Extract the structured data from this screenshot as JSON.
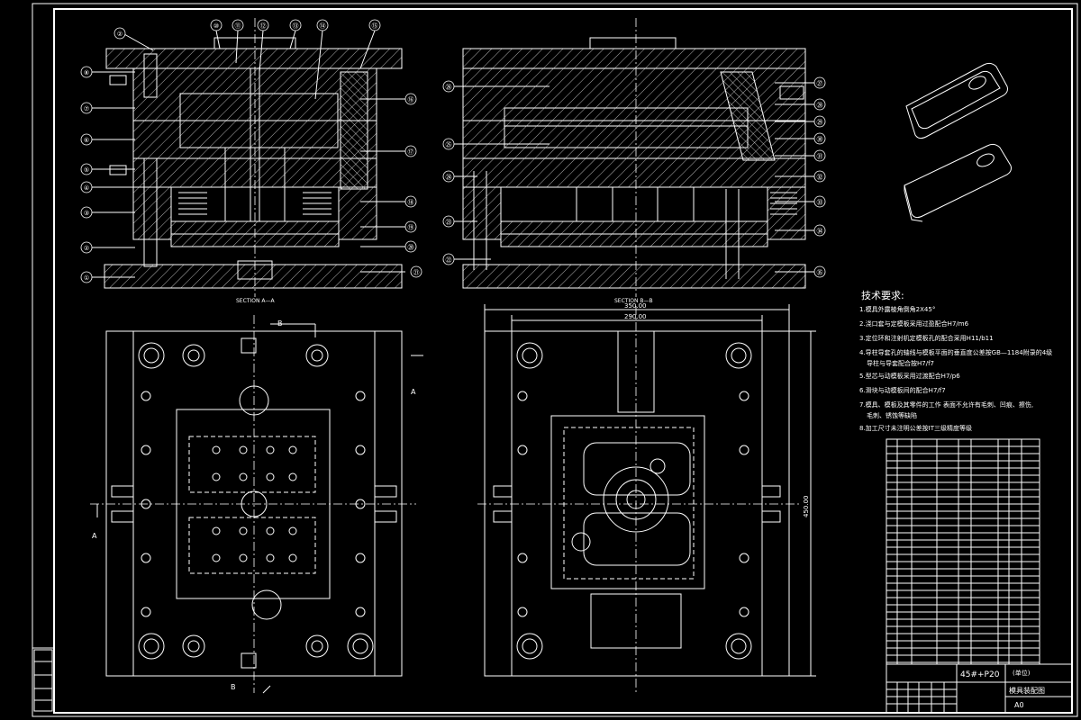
{
  "drawing": {
    "section_a_label": "SECTION A—A",
    "section_b_label": "SECTION B—B",
    "cut_marks": {
      "a": "A",
      "b": "B"
    },
    "dimensions": {
      "width_outer": "350.00",
      "width_inner": "290.00",
      "height": "450.00"
    },
    "part_numbers_left": [
      "②",
      "⑧",
      "⑦",
      "⑥",
      "⑤",
      "④",
      "③",
      "②",
      "①"
    ],
    "part_numbers_top": [
      "⑩",
      "⑪",
      "⑫",
      "⑬",
      "⑭",
      "⑮"
    ],
    "part_numbers_right_a": [
      "⑯",
      "⑰",
      "⑱",
      "⑲",
      "⑳",
      "㉑"
    ],
    "part_numbers_right_b": [
      "㉗",
      "㉘",
      "㉙",
      "㉚",
      "㉛",
      "㉜",
      "㉝",
      "㉞",
      "㉟"
    ],
    "part_numbers_left_b": [
      "㉖",
      "㉕",
      "㉔",
      "㉓",
      "㉒"
    ]
  },
  "tech_requirements": {
    "heading": "技术要求:",
    "items": [
      "1.模具外露棱角倒角2X45°",
      "2.浇口套与定模板采用过盈配合H7/m6",
      "3.定位环和注射机定模板孔的配合采用H11/b11",
      "4.导柱导套孔的轴线与模板平面的垂直度公差按GB—1184附录的4级",
      "导柱与导套配合按H7/f7",
      "5.型芯与动模板采用过渡配合H7/p6",
      "6.滑块与动模板间的配合H7/f7",
      "7.模具、模板及其零件的工作 表面不允许有毛刺、凹痕、擦伤,",
      "毛刺、锈蚀等缺陷",
      "8.加工尺寸未注明公差按IT三级精度等级"
    ]
  },
  "title_block": {
    "material": "45#+P20",
    "unit": "(单位)",
    "drawing_name": "模具装配图",
    "sheet_size": "A0"
  },
  "colors": {
    "background": "#000000",
    "line": "#ffffff"
  }
}
